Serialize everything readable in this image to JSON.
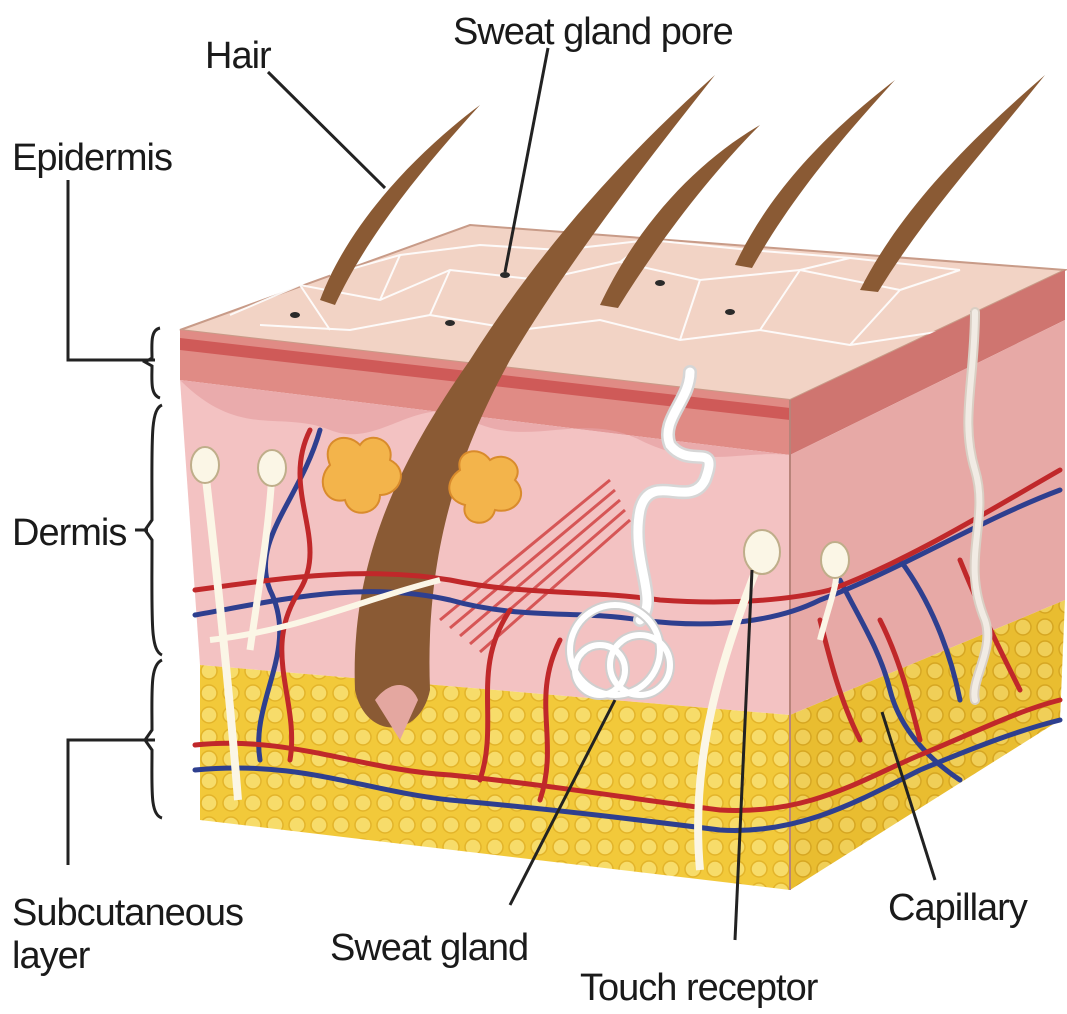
{
  "labels": {
    "hair": "Hair",
    "sweat_gland_pore": "Sweat gland pore",
    "epidermis": "Epidermis",
    "dermis": "Dermis",
    "subcutaneous_line1": "Subcutaneous",
    "subcutaneous_line2": "layer",
    "sweat_gland": "Sweat gland",
    "touch_receptor": "Touch receptor",
    "capillary": "Capillary"
  },
  "colors": {
    "epidermis_top": "#f2d3c5",
    "epidermis_band": "#d9706c",
    "dermis": "#f0b9b9",
    "subcutaneous_fat": "#f0cb3e",
    "hair": "#8a5a34",
    "artery": "#c0282a",
    "vein": "#2e3f8f",
    "nerve": "#fbf6e6"
  }
}
